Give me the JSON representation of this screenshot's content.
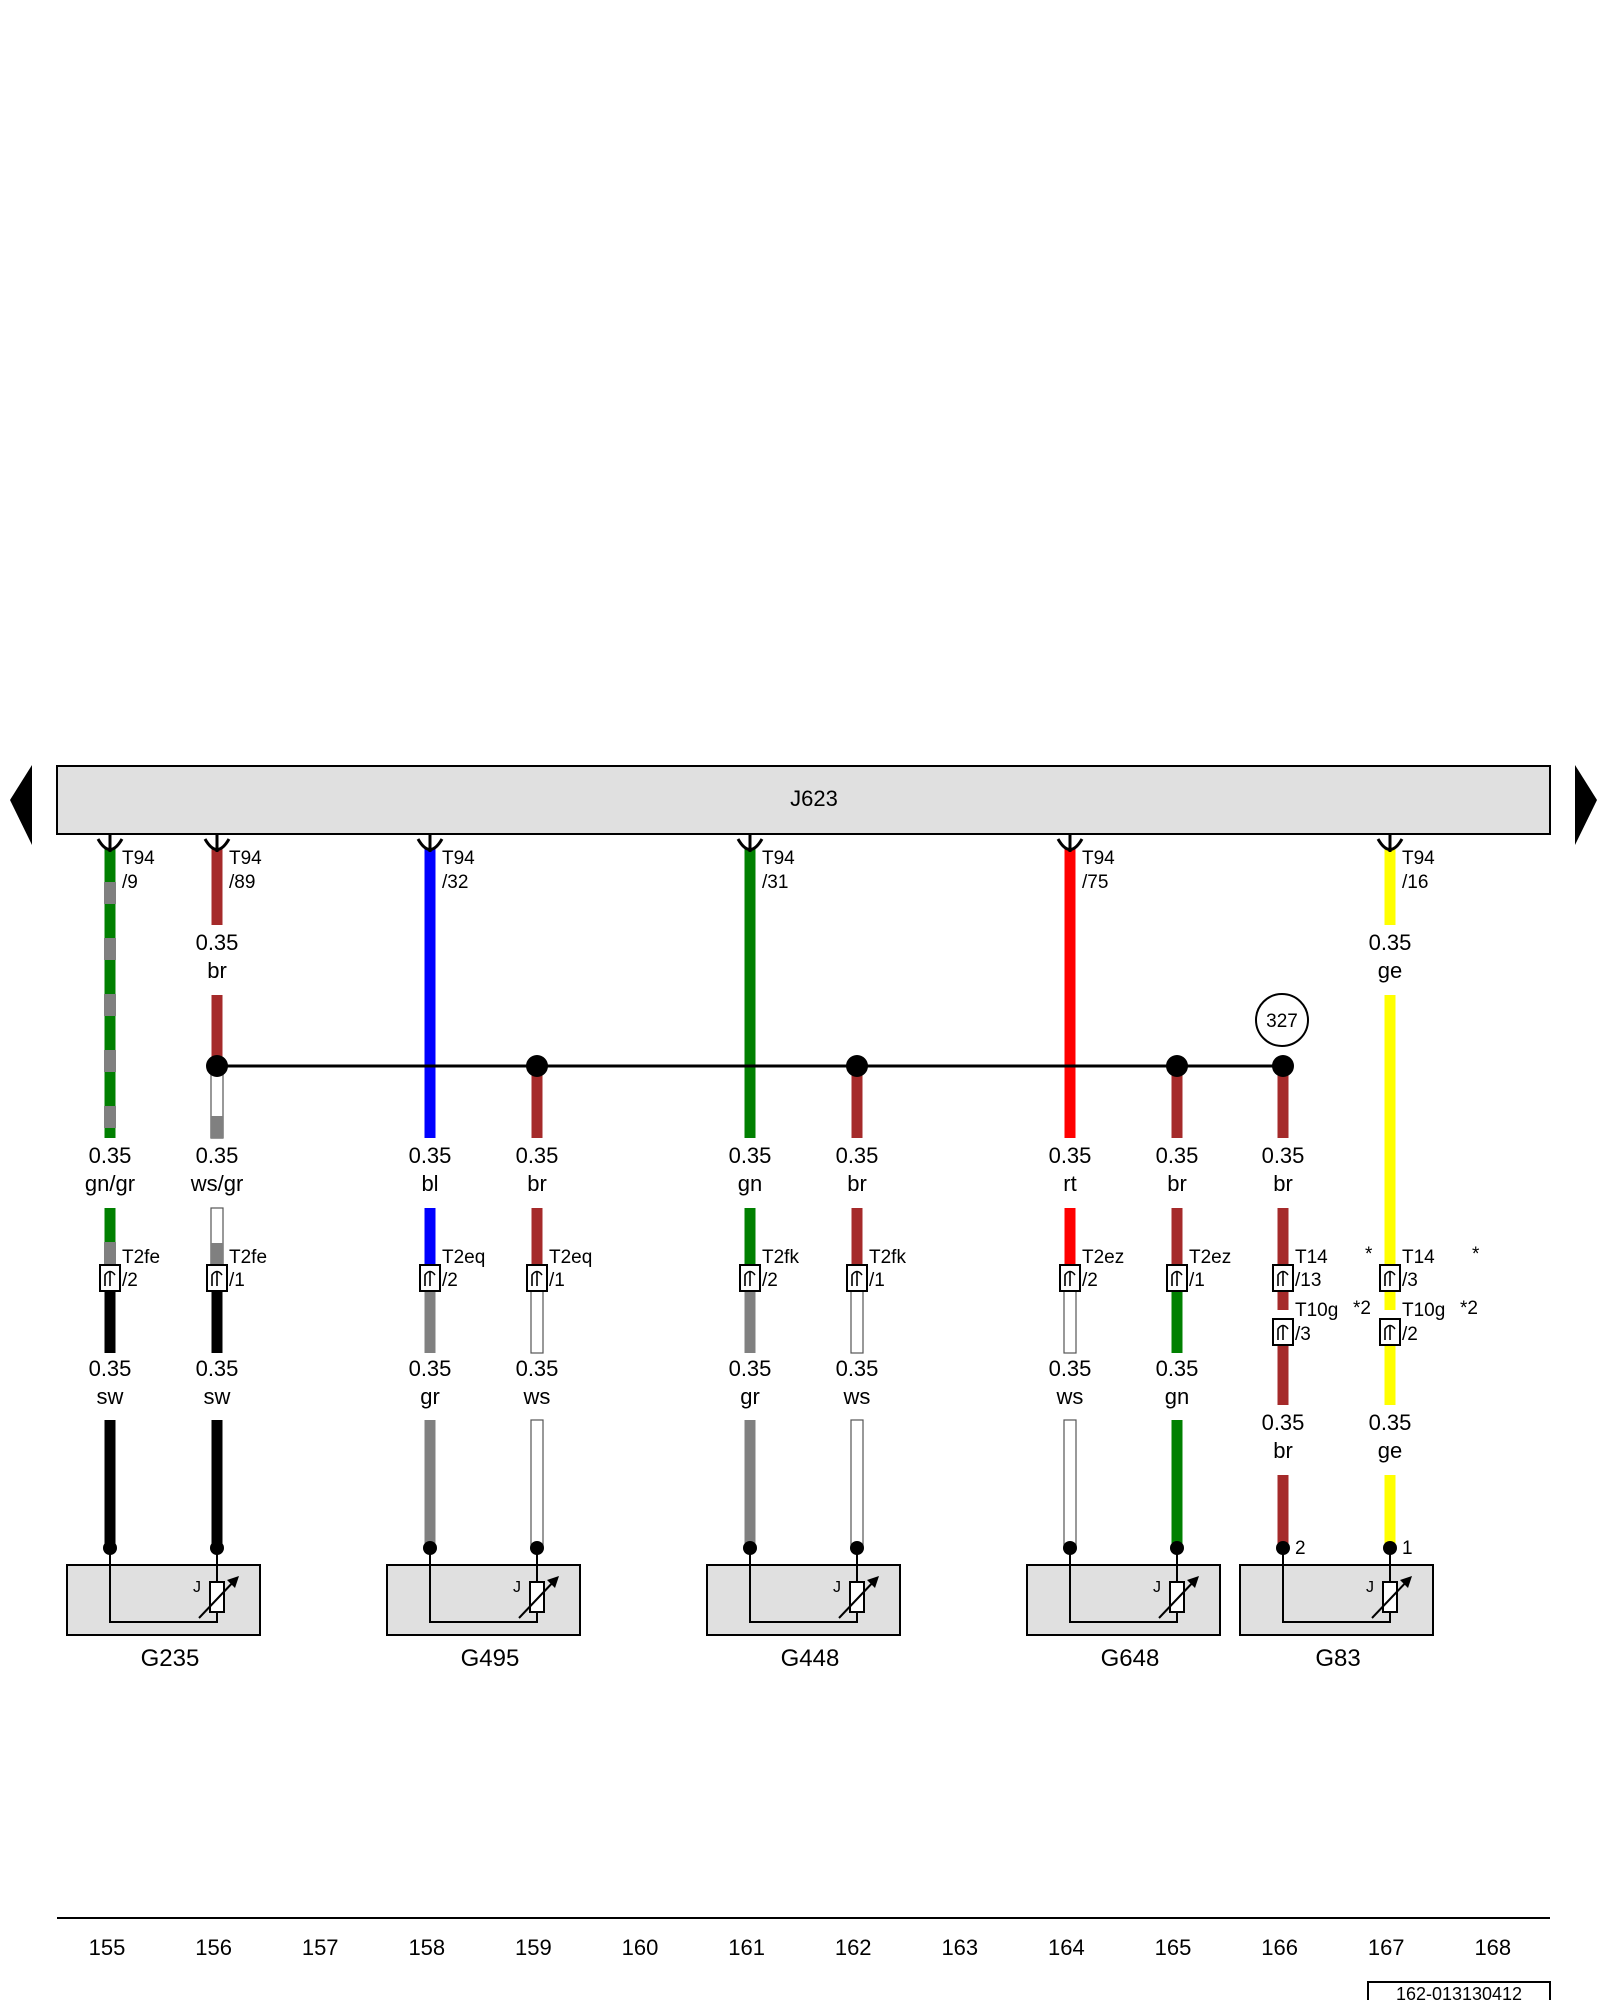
{
  "title_block": "J623",
  "doc_id": "162-013130412",
  "wire_colors": {
    "sw": "#000000",
    "gr": "#808080",
    "gn": "#008000",
    "br": "#A52A2A",
    "ws": "#FFFFFF",
    "bl": "#0000FF",
    "rt": "#FF0000",
    "ge": "#FFFF00"
  },
  "ground_node_label": "327",
  "top_pins": [
    {
      "conn": "T94",
      "pin": "/9"
    },
    {
      "conn": "T94",
      "pin": "/89"
    },
    {
      "conn": "T94",
      "pin": "/32"
    },
    {
      "conn": "T94",
      "pin": "/31"
    },
    {
      "conn": "T94",
      "pin": "/75"
    },
    {
      "conn": "T94",
      "pin": "/16"
    }
  ],
  "upper_wires": [
    {
      "size": "0.35",
      "color": "br"
    },
    {
      "size": "0.35",
      "color": "ge"
    }
  ],
  "mid_wires": [
    {
      "size": "0.35",
      "color": "gn/gr"
    },
    {
      "size": "0.35",
      "color": "ws/gr"
    },
    {
      "size": "0.35",
      "color": "bl"
    },
    {
      "size": "0.35",
      "color": "br"
    },
    {
      "size": "0.35",
      "color": "gn"
    },
    {
      "size": "0.35",
      "color": "br"
    },
    {
      "size": "0.35",
      "color": "rt"
    },
    {
      "size": "0.35",
      "color": "br"
    },
    {
      "size": "0.35",
      "color": "br"
    }
  ],
  "connectors": [
    {
      "conn": "T2fe",
      "pin": "/2"
    },
    {
      "conn": "T2fe",
      "pin": "/1"
    },
    {
      "conn": "T2eq",
      "pin": "/2"
    },
    {
      "conn": "T2eq",
      "pin": "/1"
    },
    {
      "conn": "T2fk",
      "pin": "/2"
    },
    {
      "conn": "T2fk",
      "pin": "/1"
    },
    {
      "conn": "T2ez",
      "pin": "/2"
    },
    {
      "conn": "T2ez",
      "pin": "/1"
    },
    {
      "conn": "T14",
      "pin": "/13",
      "note": "*"
    },
    {
      "conn": "T14",
      "pin": "/3",
      "note": "*"
    },
    {
      "conn": "T10g",
      "pin": "/3",
      "note": "*2"
    },
    {
      "conn": "T10g",
      "pin": "/2",
      "note": "*2"
    }
  ],
  "lower_wires": [
    {
      "size": "0.35",
      "color": "sw"
    },
    {
      "size": "0.35",
      "color": "sw"
    },
    {
      "size": "0.35",
      "color": "gr"
    },
    {
      "size": "0.35",
      "color": "ws"
    },
    {
      "size": "0.35",
      "color": "gr"
    },
    {
      "size": "0.35",
      "color": "ws"
    },
    {
      "size": "0.35",
      "color": "ws"
    },
    {
      "size": "0.35",
      "color": "gn"
    },
    {
      "size": "0.35",
      "color": "br"
    },
    {
      "size": "0.35",
      "color": "ge"
    }
  ],
  "components": [
    {
      "name": "G235",
      "resistor_label": "J"
    },
    {
      "name": "G495",
      "resistor_label": "J"
    },
    {
      "name": "G448",
      "resistor_label": "J"
    },
    {
      "name": "G648",
      "resistor_label": "J"
    },
    {
      "name": "G83",
      "resistor_label": "J",
      "pins": [
        "2",
        "1"
      ]
    }
  ],
  "ruler": [
    "155",
    "156",
    "157",
    "158",
    "159",
    "160",
    "161",
    "162",
    "163",
    "164",
    "165",
    "166",
    "167",
    "168"
  ]
}
